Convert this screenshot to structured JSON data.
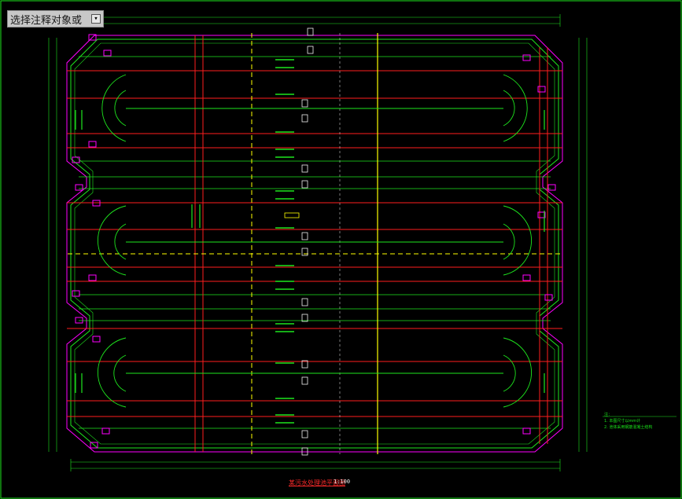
{
  "command": {
    "prompt_label": "选择注释对象或",
    "dropdown_glyph": "▾"
  },
  "drawing": {
    "title": "某污水处理池平面图",
    "scale": "1:100",
    "tank_count": 3,
    "notes_heading": "注：",
    "notes": [
      "1. 本图尺寸以mm计",
      "2. 池体采用钢筋混凝土结构"
    ]
  },
  "colors": {
    "background": "#000000",
    "green": "#1ee61e",
    "red": "#ff1e1e",
    "yellow": "#ffff00",
    "magenta": "#ff00ff",
    "white": "#f0f0f0",
    "cyan": "#00ffff"
  }
}
